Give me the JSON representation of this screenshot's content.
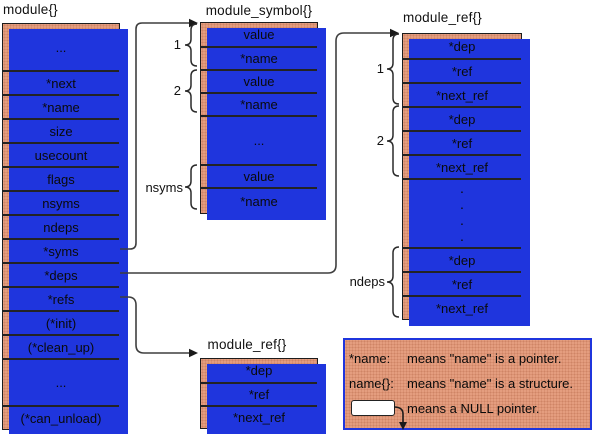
{
  "colors": {
    "salmon": "#e49d7f",
    "blue": "#1f35dd",
    "ink": "#1c1c1c",
    "line": "#3f3f3f"
  },
  "titles": {
    "module": "module{}",
    "module_symbol": "module_symbol{}",
    "module_ref_top": "module_ref{}",
    "module_ref_bottom": "module_ref{}"
  },
  "tables": {
    "module": {
      "rows": [
        "...",
        "*next",
        "*name",
        "size",
        "usecount",
        "flags",
        "nsyms",
        "ndeps",
        "*syms",
        "*deps",
        "*refs",
        "(*init)",
        "(*clean_up)",
        "...",
        "(*can_unload)"
      ]
    },
    "module_symbol": {
      "rows": [
        "value",
        "*name",
        "value",
        "*name",
        "...",
        "value",
        "*name"
      ],
      "braces": [
        "1",
        "2",
        "nsyms"
      ]
    },
    "module_ref_top": {
      "rows": [
        "*dep",
        "*ref",
        "*next_ref",
        "*dep",
        "*ref",
        "*next_ref",
        "·\n·\n·\n·",
        "*dep",
        "*ref",
        "*next_ref"
      ],
      "braces": [
        "1",
        "2",
        "ndeps"
      ]
    },
    "module_ref_bottom": {
      "rows": [
        "*dep",
        "*ref",
        "*next_ref"
      ]
    }
  },
  "legend": {
    "items": [
      {
        "term": "*name:",
        "desc": "means \"name\" is a pointer."
      },
      {
        "term": "name{}:",
        "desc": "means \"name\" is a structure."
      },
      {
        "term": "",
        "desc": "means a NULL pointer."
      }
    ]
  }
}
